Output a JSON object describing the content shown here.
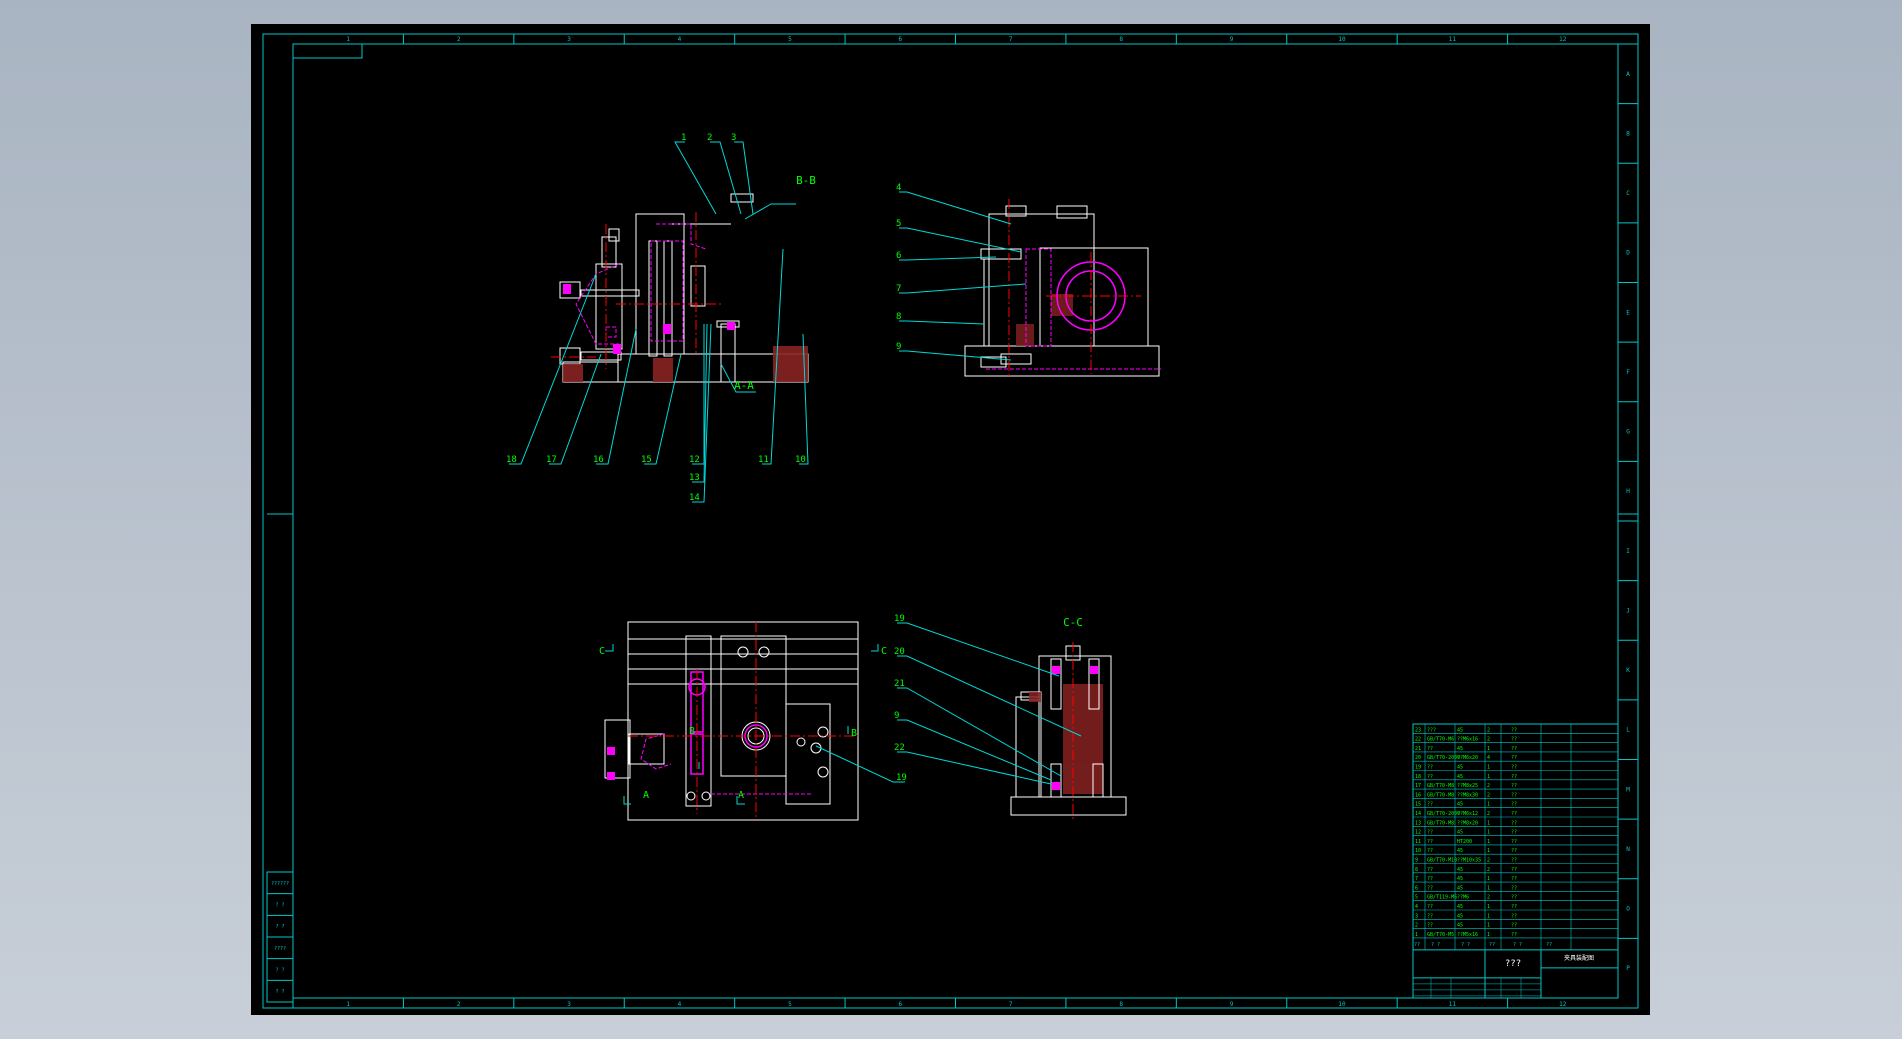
{
  "colors": {
    "background": "#000000",
    "frame": "#00c8c8",
    "outline": "#ffffff",
    "hidden": "#ff00ff",
    "center": "#ff0000",
    "label": "#00ff00",
    "leader": "#00d8d8"
  },
  "border": {
    "columns": [
      "1",
      "2",
      "3",
      "4",
      "5",
      "6",
      "7",
      "8",
      "9",
      "10",
      "11",
      "12"
    ],
    "rows": [
      "A",
      "B",
      "C",
      "D",
      "E",
      "F",
      "G",
      "H",
      "I",
      "J",
      "K",
      "L",
      "M",
      "N",
      "O",
      "P"
    ]
  },
  "views": {
    "section_bb": "B-B",
    "section_aa": "A-A",
    "section_cc": "C-C",
    "marker_c": "C",
    "marker_b": "B",
    "marker_a": "A"
  },
  "balloons": {
    "top_left": [
      "1",
      "2",
      "3"
    ],
    "bottom_left": [
      "18",
      "17",
      "16",
      "15",
      "12",
      "13",
      "14",
      "11",
      "10"
    ],
    "side_view": [
      "4",
      "5",
      "6",
      "7",
      "8",
      "9"
    ],
    "cc_view": [
      "19",
      "20",
      "21",
      "9",
      "22"
    ],
    "plan_view": [
      "19"
    ]
  },
  "title_block": {
    "main_title": "???",
    "drawing_no": "夹具装配图",
    "rows": [
      [
        "23",
        "???",
        "45",
        "2",
        "??"
      ],
      [
        "22",
        "GB/T70-M6",
        "??M6x16",
        "2",
        "??"
      ],
      [
        "21",
        "??",
        "45",
        "1",
        "??"
      ],
      [
        "20",
        "GB/T70-2000",
        "??M6x20",
        "4",
        "??"
      ],
      [
        "19",
        "??",
        "45",
        "1",
        "??"
      ],
      [
        "18",
        "??",
        "45",
        "1",
        "??"
      ],
      [
        "17",
        "GB/T70-M8",
        "??M8x25",
        "2",
        "??"
      ],
      [
        "16",
        "GB/T70-M8",
        "??M8x30",
        "2",
        "??"
      ],
      [
        "15",
        "??",
        "45",
        "1",
        "??"
      ],
      [
        "14",
        "GB/T70-2000",
        "??M6x12",
        "2",
        "??"
      ],
      [
        "13",
        "GB/T70-M8",
        "??M8x20",
        "1",
        "??"
      ],
      [
        "12",
        "??",
        "45",
        "1",
        "??"
      ],
      [
        "11",
        "??",
        "HT200",
        "1",
        "??"
      ],
      [
        "10",
        "??",
        "45",
        "1",
        "??"
      ],
      [
        "9",
        "GB/T70-M10",
        "??M10x35",
        "2",
        "??"
      ],
      [
        "8",
        "??",
        "45",
        "2",
        "??"
      ],
      [
        "7",
        "??",
        "45",
        "1",
        "??"
      ],
      [
        "6",
        "??",
        "45",
        "1",
        "??"
      ],
      [
        "5",
        "GB/T119-M6",
        "??M6",
        "2",
        "??"
      ],
      [
        "4",
        "??",
        "45",
        "1",
        "??"
      ],
      [
        "3",
        "??",
        "45",
        "1",
        "??"
      ],
      [
        "2",
        "??",
        "45",
        "1",
        "??"
      ],
      [
        "1",
        "GB/T70-M5",
        "??M5x16",
        "1",
        "??"
      ]
    ],
    "header": [
      "??",
      "? ?",
      "? ?",
      "??",
      "? ?",
      "??"
    ]
  },
  "side_table": [
    "??????",
    "? ?",
    "? ?",
    "????",
    "? ?",
    "? ?"
  ]
}
